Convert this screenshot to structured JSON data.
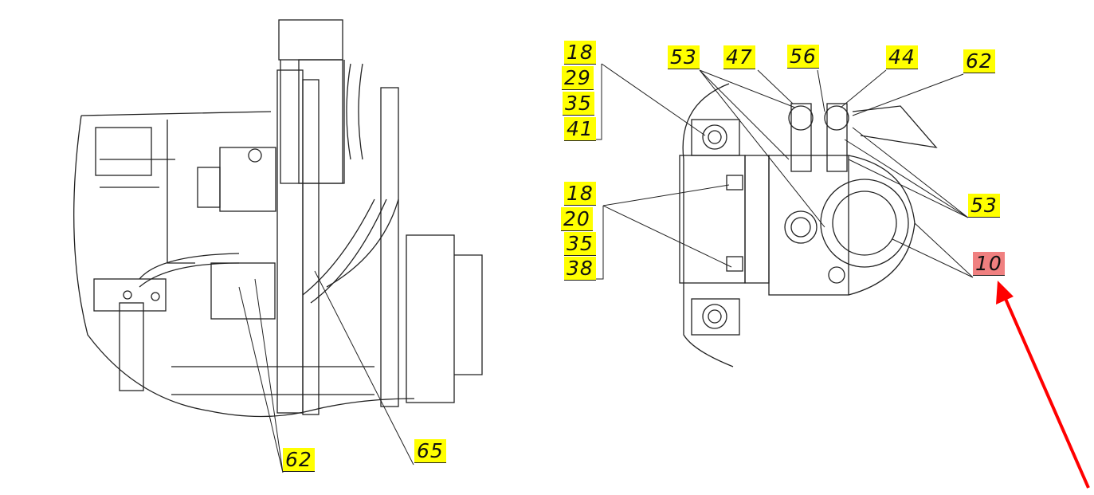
{
  "left_view": {
    "callouts": [
      "62",
      "65"
    ]
  },
  "right_view": {
    "stack_top": [
      "18",
      "29",
      "35",
      "41"
    ],
    "stack_bottom": [
      "18",
      "20",
      "35",
      "38"
    ],
    "top_row": [
      "53",
      "47",
      "56",
      "44",
      "62"
    ],
    "right_side": [
      "53"
    ],
    "highlighted": "10"
  },
  "colors": {
    "callout_bg": "#ffff00",
    "highlight_bg": "#f08080",
    "arrow": "#ff0000"
  }
}
